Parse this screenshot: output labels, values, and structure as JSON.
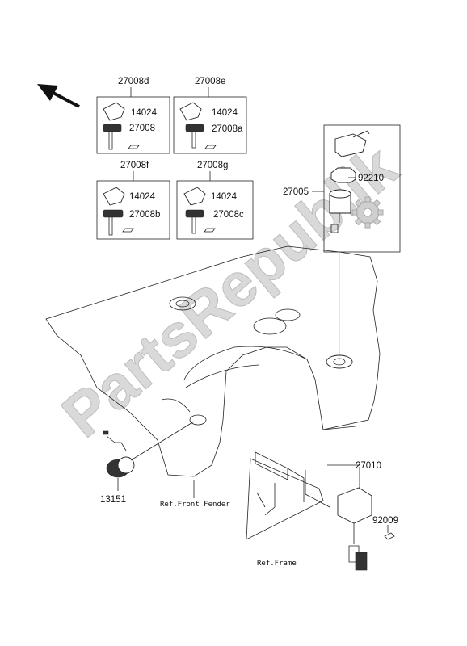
{
  "diagram": {
    "boxes": [
      {
        "title": "27008d",
        "items": [
          "14024",
          "27008"
        ]
      },
      {
        "title": "27008e",
        "items": [
          "14024",
          "27008a"
        ]
      },
      {
        "title": "27008f",
        "items": [
          "14024",
          "27008b"
        ]
      },
      {
        "title": "27008g",
        "items": [
          "14024",
          "27008c"
        ]
      }
    ],
    "switch_labels": {
      "nut": "92210",
      "assembly": "27005"
    },
    "lower_labels": {
      "grommet": "13151",
      "bracket_switch": "27010",
      "bolt": "92009"
    },
    "references": {
      "front_fender": "Ref.Front Fender",
      "frame": "Ref.Frame"
    },
    "watermark": "PartsRepublik",
    "icons": [
      "direction-arrow",
      "gear-icon"
    ]
  }
}
